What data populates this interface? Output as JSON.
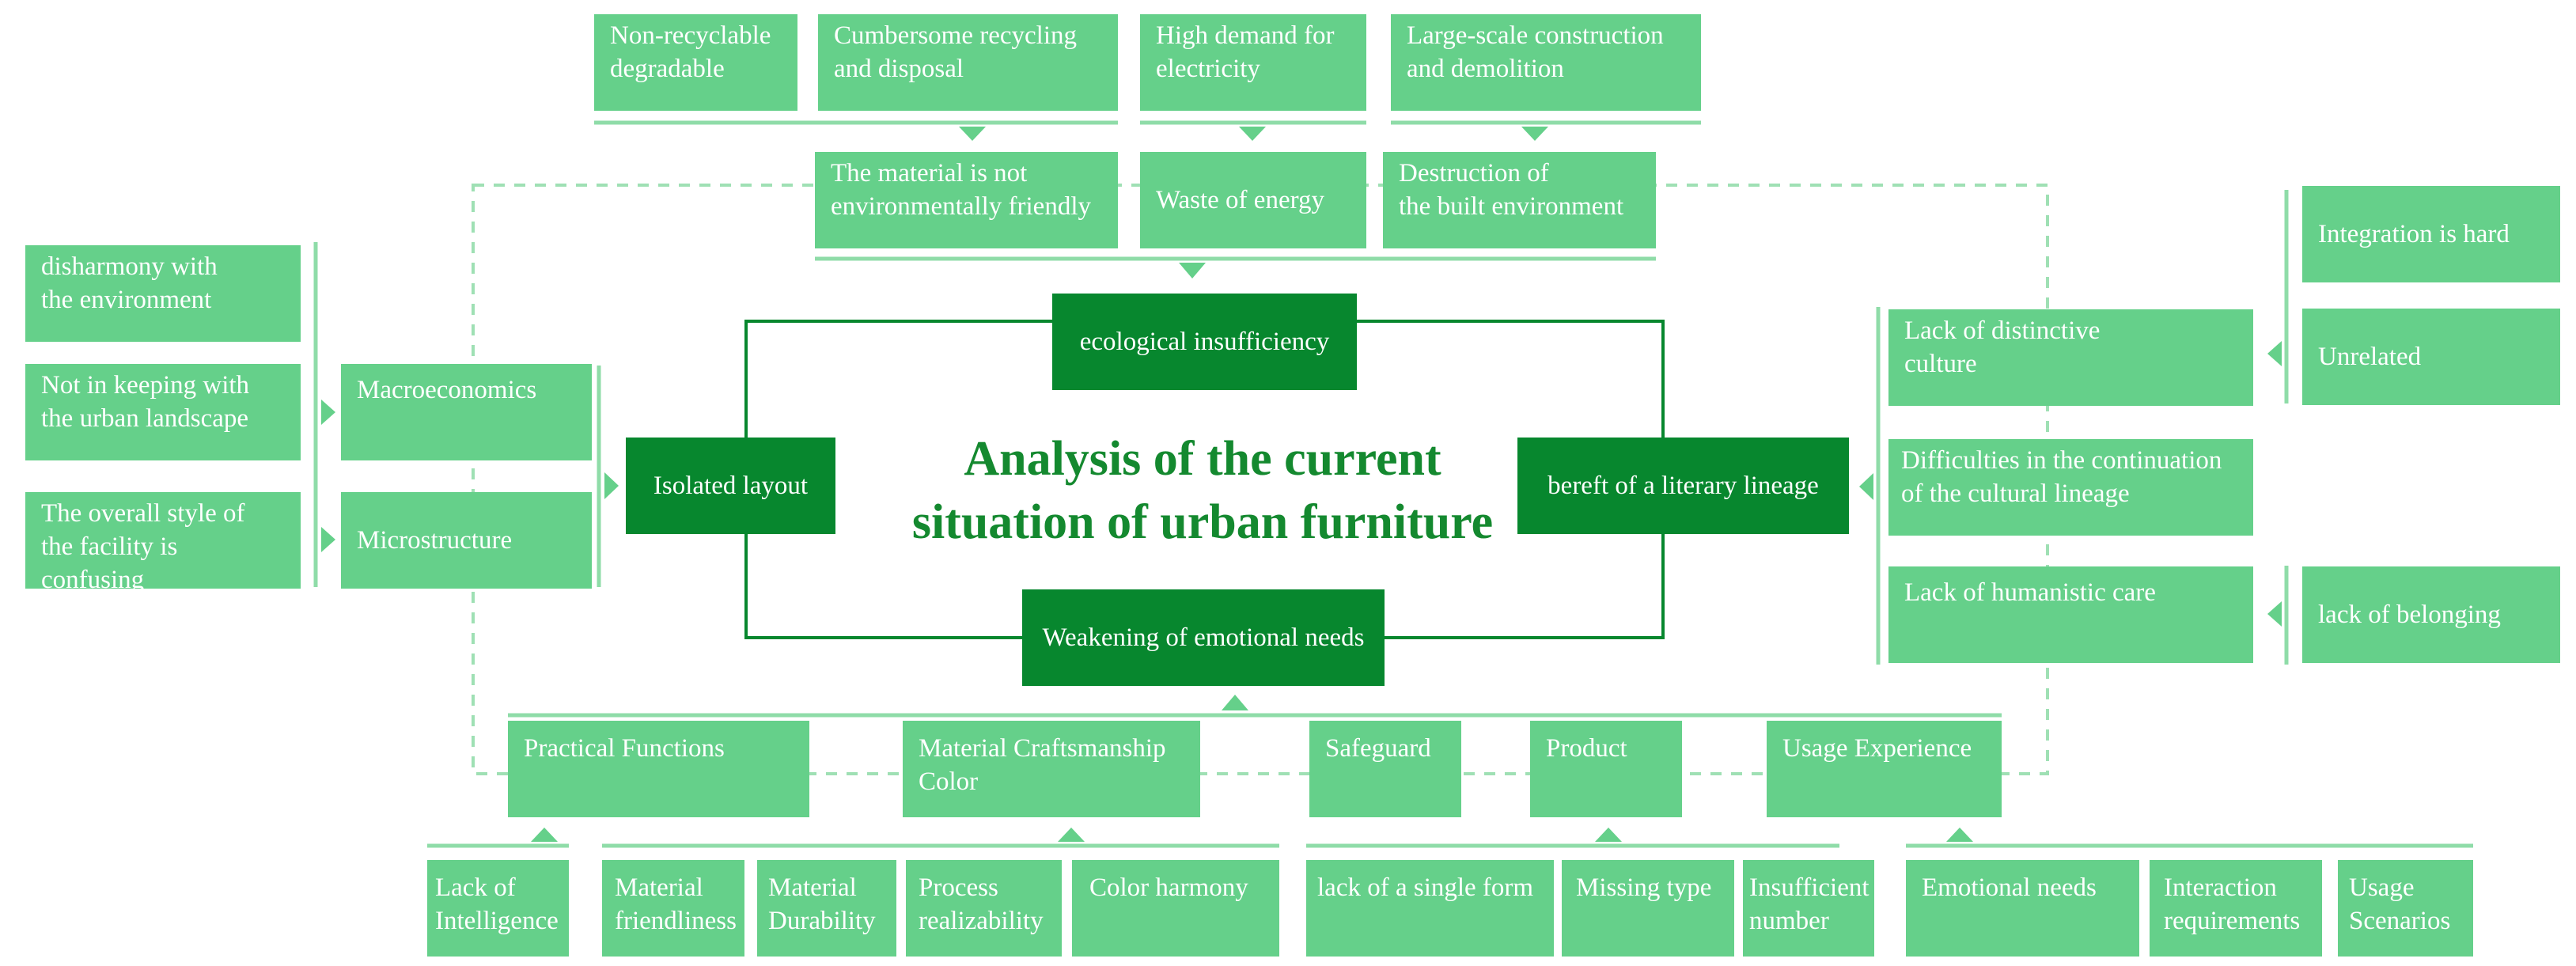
{
  "title": "Analysis of the current\nsituation of urban furniture",
  "hubs": {
    "top": "ecological insufficiency",
    "left": "Isolated layout",
    "right": "bereft of a literary lineage",
    "bottom": "Weakening of emotional needs"
  },
  "top_causes": [
    "Non-recyclable\ndegradable",
    "Cumbersome recycling\nand disposal",
    "High demand for\nelectricity",
    "Large-scale construction\nand demolition"
  ],
  "top_issues": [
    "The material is not\nenvironmentally friendly",
    "Waste of energy",
    "Destruction of\nthe built environment"
  ],
  "left_issues": [
    "Macroeconomics",
    "Microstructure"
  ],
  "left_causes": [
    "disharmony with\nthe environment",
    "Not in keeping with\n the urban landscape",
    "The overall style of\nthe facility is confusing"
  ],
  "right_issues": [
    "Lack of distinctive\nculture",
    "Difficulties in the continuation\nof the cultural lineage",
    "Lack of humanistic care"
  ],
  "right_causes": [
    "Integration is hard",
    "Unrelated",
    "lack of belonging"
  ],
  "bottom_issues": [
    "Practical Functions",
    "Material Craftsmanship\n Color",
    "Safeguard",
    "Product",
    "Usage Experience"
  ],
  "bottom_causes": [
    "Lack of\nIntelligence",
    "Material\nfriendliness",
    "Material\nDurability",
    "Process\nrealizability",
    "Color harmony",
    "lack of a single form",
    "Missing type",
    "Insufficient\nnumber",
    "Emotional needs",
    "Interaction\nrequirements",
    "Usage\nScenarios"
  ],
  "colors": {
    "light_box": "#65d08a",
    "dark_box": "#07872e",
    "title": "#14892f",
    "line": "#8fdca8"
  }
}
